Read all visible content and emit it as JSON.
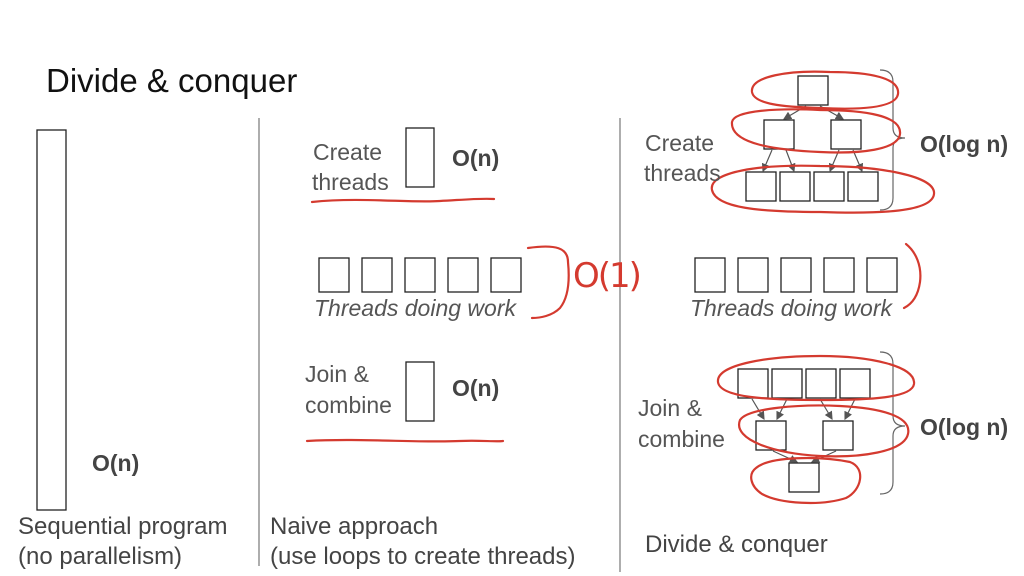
{
  "title": "Divide & conquer",
  "sequential": {
    "complexity": "O(n)",
    "caption_line1": "Sequential program",
    "caption_line2": "(no parallelism)"
  },
  "naive": {
    "create_line1": "Create",
    "create_line2": "threads",
    "create_complexity": "O(n)",
    "threads_doing_work": "Threads doing work",
    "work_annotation": "O(1)",
    "join_line1": "Join &",
    "join_line2": "combine",
    "join_complexity": "O(n)",
    "caption_line1": "Naive approach",
    "caption_line2": "(use loops to create threads)"
  },
  "divide_conquer": {
    "create_line1": "Create",
    "create_line2": "threads",
    "create_complexity": "O(log n)",
    "threads_doing_work": "Threads doing work",
    "join_line1": "Join &",
    "join_line2": "combine",
    "join_complexity": "O(log n)",
    "caption": "Divide & conquer"
  },
  "colors": {
    "annotation_red": "#d43a2f",
    "box_stroke": "#222222",
    "divider": "#777777",
    "arrow": "#555555"
  }
}
